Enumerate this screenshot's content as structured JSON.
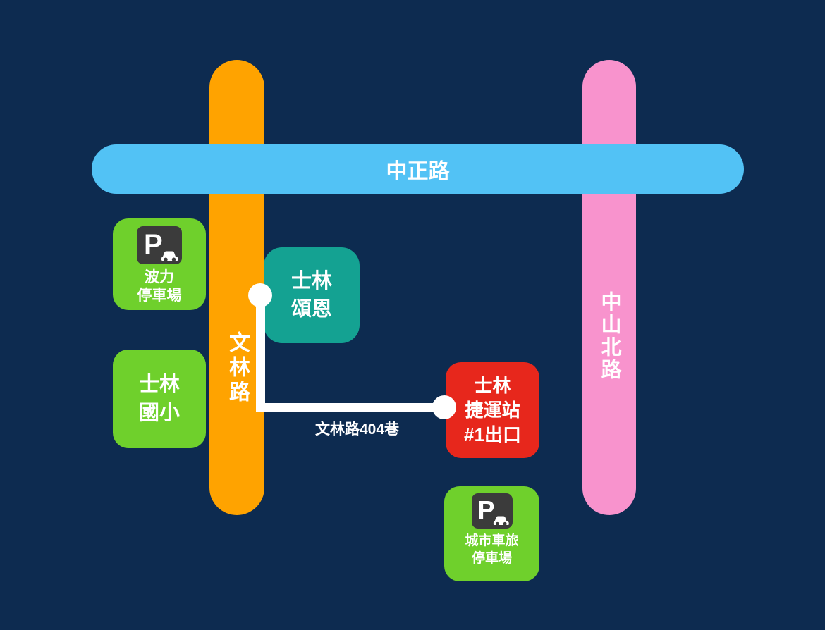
{
  "map": {
    "background_color": "#0d2b50",
    "roads": [
      {
        "name": "wenlin-road",
        "label": "文林路",
        "orientation": "vertical",
        "color": "#ffa300"
      },
      {
        "name": "zhongzheng-road",
        "label": "中正路",
        "orientation": "horizontal",
        "color": "#52c2f5"
      },
      {
        "name": "zhongshan-north-road",
        "label": "中山北路",
        "orientation": "vertical",
        "color": "#f893cd"
      }
    ],
    "places": [
      {
        "name": "boli-parking-lot",
        "lines": [
          "波力",
          "停車場"
        ],
        "color": "#6fd02c",
        "icon": "parking-icon"
      },
      {
        "name": "shilin-elementary-school",
        "lines": [
          "士林",
          "國小"
        ],
        "color": "#6fd02c",
        "icon": null
      },
      {
        "name": "shilin-songen",
        "lines": [
          "士林",
          "頌恩"
        ],
        "color": "#14a292",
        "icon": null
      },
      {
        "name": "shilin-mrt-exit-1",
        "lines": [
          "士林",
          "捷運站",
          "#1出口"
        ],
        "color": "#e7271c",
        "icon": null
      },
      {
        "name": "city-car-parking-lot",
        "lines": [
          "城市車旅",
          "停車場"
        ],
        "color": "#6fd02c",
        "icon": "parking-icon"
      }
    ],
    "route": {
      "label": "文林路404巷",
      "color": "#ffffff"
    },
    "parking_icon": {
      "letter": "P",
      "background": "#3b3b3b",
      "foreground": "#ffffff"
    }
  }
}
